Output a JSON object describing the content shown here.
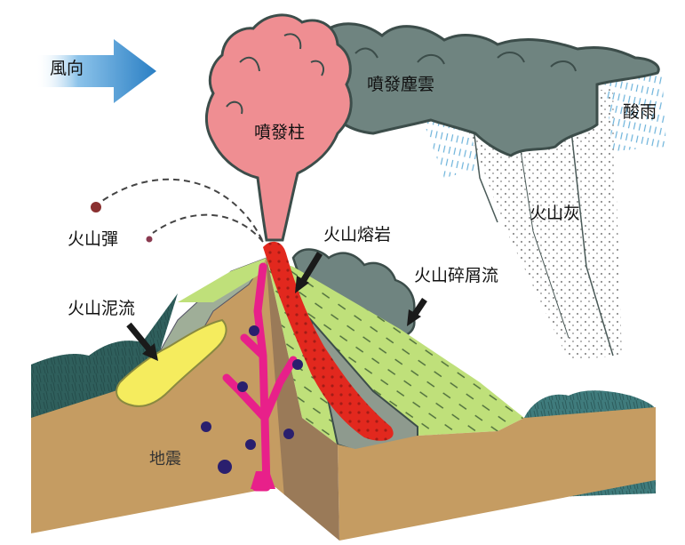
{
  "diagram": {
    "title": "",
    "type": "volcanic eruption hazards cross-section",
    "colors": {
      "wind_arrow": "#2f86c8",
      "eruption_column": "#ef8e92",
      "ash_cloud": "#6f8480",
      "ash_cloud_dark": "#445652",
      "acid_rain": "#5aa9d6",
      "ground": "#c59c62",
      "ground_side": "#9a7a58",
      "lava": "#e2281e",
      "magma_dike": "#e8208a",
      "mudflow": "#f5ec5e",
      "pyroclastic_slope": "#bfe07a",
      "forest": "#2f5f5c",
      "quake_marker": "#2a1f6e",
      "bomb": "#8a3030"
    },
    "labels": {
      "wind_direction": "風向",
      "eruption_cloud": "噴發塵雲",
      "acid_rain": "酸雨",
      "eruption_column": "噴發柱",
      "volcanic_bomb": "火山彈",
      "volcanic_ash": "火山灰",
      "lava": "火山熔岩",
      "pyroclastic_flow": "火山碎屑流",
      "lahar": "火山泥流",
      "earthquake": "地震"
    }
  }
}
